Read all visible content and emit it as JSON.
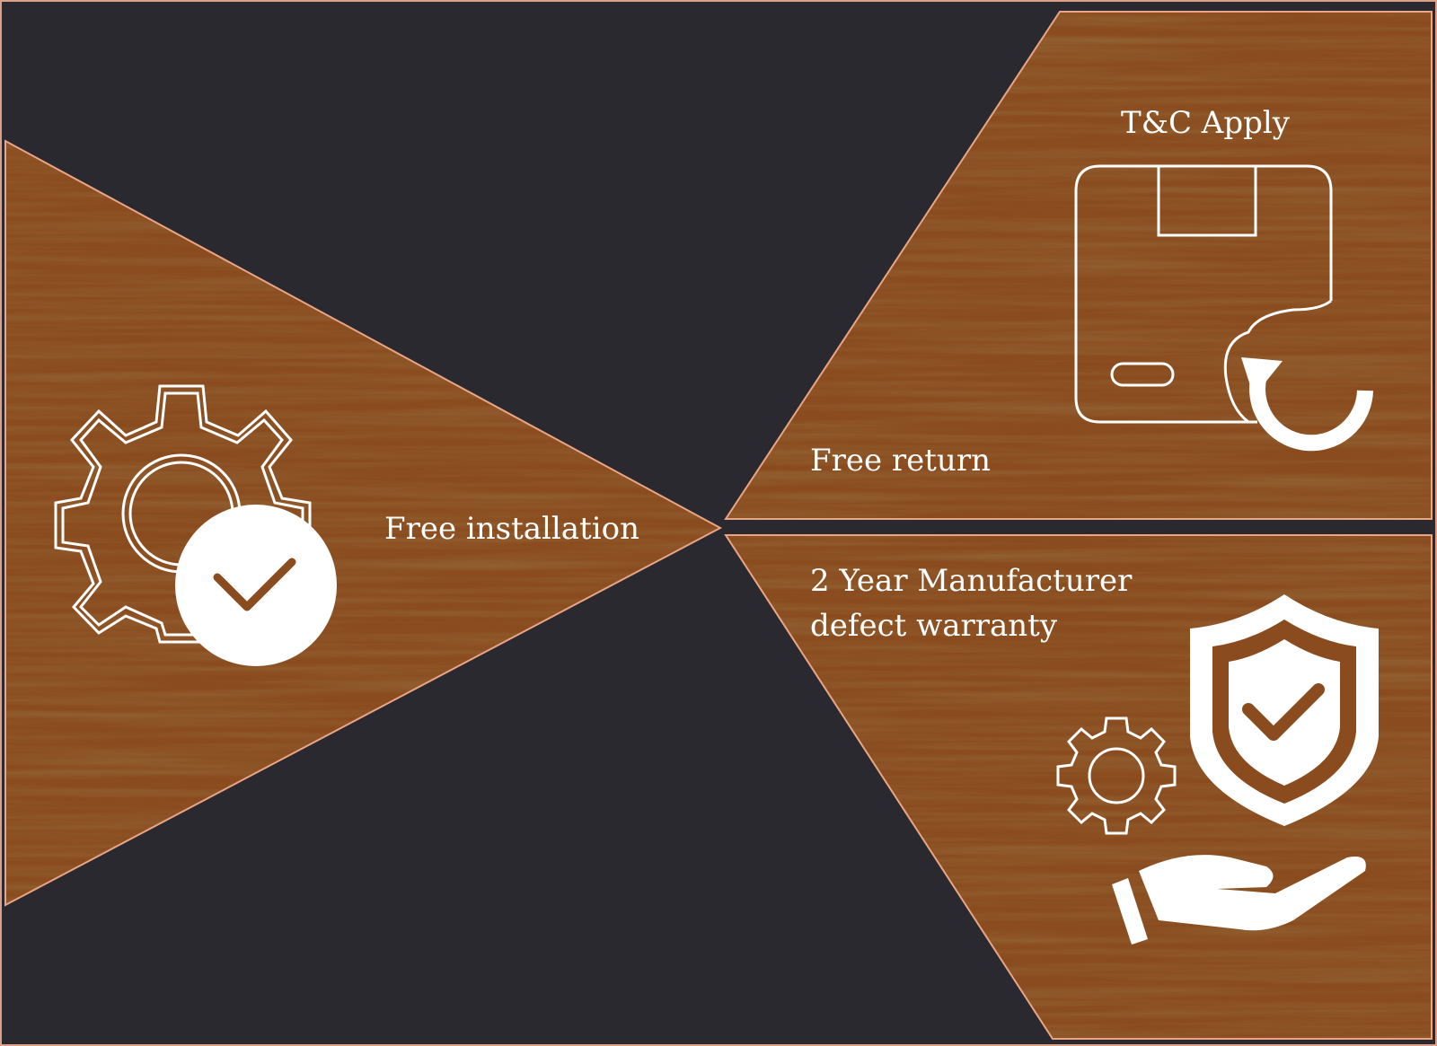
{
  "colors": {
    "background": "#2a292f",
    "wood": "#86491d",
    "edge": "#e9a585",
    "icon": "#ffffff"
  },
  "panels": {
    "installation": {
      "label": "Free installation",
      "icon": "gear-check-icon"
    },
    "return": {
      "label": "Free return",
      "note": "T&C Apply",
      "icon": "box-return-icon"
    },
    "warranty": {
      "line1": "2 Year Manufacturer",
      "line2": "defect warranty",
      "icon": "shield-hand-gear-icon"
    }
  }
}
